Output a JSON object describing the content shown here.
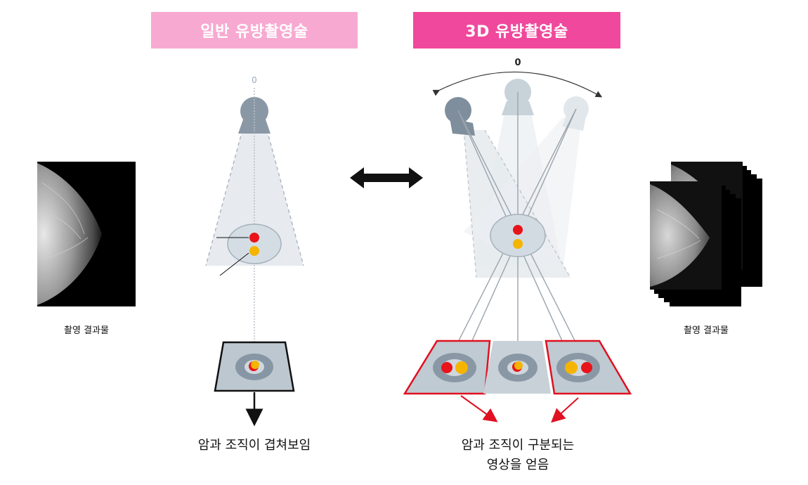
{
  "headers": {
    "conventional": "일반 유방촬영술",
    "tomosynthesis": "3D 유방촬영술"
  },
  "angle_labels": {
    "conventional": "0",
    "tomosynthesis": "0"
  },
  "captions": {
    "left_result": "촬영 결과물",
    "right_result": "촬영 결과물",
    "conventional_outcome": "암과 조직이 겹쳐보임",
    "tomosynthesis_outcome_line1": "암과 조직이 구분되는",
    "tomosynthesis_outcome_line2": "영상을 얻음"
  },
  "colors": {
    "header_light_pink": "#f8a9d1",
    "header_pink": "#f0489c",
    "tumor_red": "#e8141a",
    "tissue_yellow": "#f5b400",
    "highlight_red": "#e01020"
  }
}
